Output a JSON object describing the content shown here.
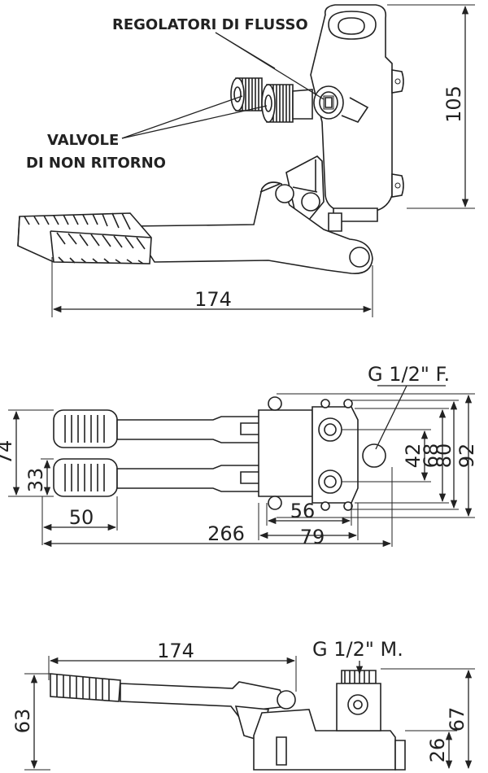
{
  "view_top": {
    "label_flow_regulators": "REGOLATORI DI FLUSSO",
    "label_check_valves_line1": "VALVOLE",
    "label_check_valves_line2": "DI NON RITORNO",
    "dim_height": "105",
    "dim_length": "174"
  },
  "view_plan": {
    "thread_label": "G 1/2\" F.",
    "dim_74": "74",
    "dim_33": "33",
    "dim_50": "50",
    "dim_56": "56",
    "dim_266": "266",
    "dim_79": "79",
    "dim_42": "42",
    "dim_68": "68",
    "dim_80": "80",
    "dim_92": "92"
  },
  "view_side": {
    "thread_label": "G 1/2\" M.",
    "dim_174": "174",
    "dim_63": "63",
    "dim_67": "67",
    "dim_26": "26"
  }
}
